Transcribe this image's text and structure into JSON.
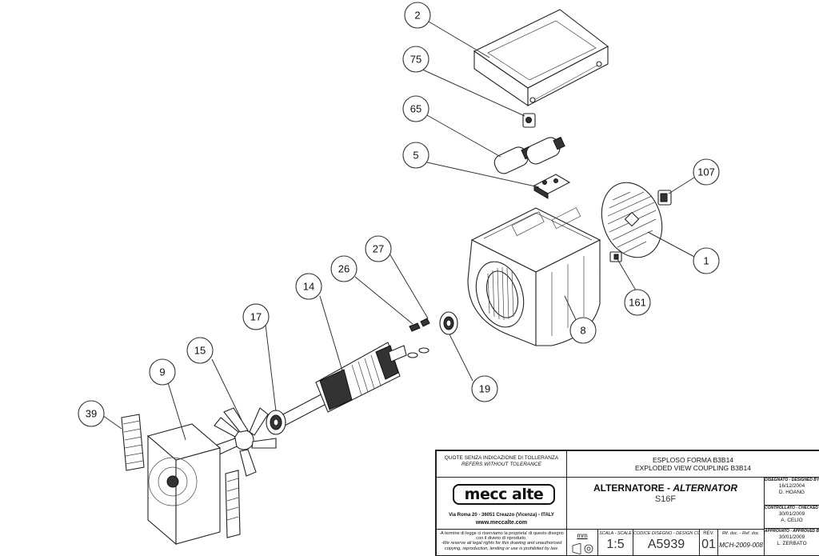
{
  "callouts": [
    {
      "id": "c2",
      "label": "2"
    },
    {
      "id": "c75",
      "label": "75"
    },
    {
      "id": "c65",
      "label": "65"
    },
    {
      "id": "c5",
      "label": "5"
    },
    {
      "id": "c107",
      "label": "107"
    },
    {
      "id": "c1",
      "label": "1"
    },
    {
      "id": "c161",
      "label": "161"
    },
    {
      "id": "c8",
      "label": "8"
    },
    {
      "id": "c27",
      "label": "27"
    },
    {
      "id": "c26",
      "label": "26"
    },
    {
      "id": "c14",
      "label": "14"
    },
    {
      "id": "c17",
      "label": "17"
    },
    {
      "id": "c19",
      "label": "19"
    },
    {
      "id": "c15",
      "label": "15"
    },
    {
      "id": "c9",
      "label": "9"
    },
    {
      "id": "c39",
      "label": "39"
    }
  ],
  "title_block": {
    "tolerance_it": "QUOTE SENZA INDICAZIONE DI TOLLERANZA",
    "tolerance_en": "REFERS WITHOUT TOLERANCE",
    "title_it": "ESPLOSO FORMA B3B14",
    "title_en": "EXPLODED VIEW COUPLING B3B14",
    "logo": "mecc alte",
    "address": "Via Roma 20 - 36051 Creazzo (Vicenza) - ITALY",
    "website": "www.meccalte.com",
    "product_it": "ALTERNATORE",
    "product_sep": " - ",
    "product_en": "ALTERNATOR",
    "model": "S16F",
    "designed_label": "DISEGNATO - DESIGNED BY",
    "designed_date": "16/12/2004",
    "designed_name": "D. HOANG",
    "checked_label": "CONTROLLATO - CHECKED BY",
    "checked_date": "30/01/2009",
    "checked_name": "A. CELIO",
    "approved_label": "APPROVATO - APPROVED BY",
    "approved_date": "30/01/2009",
    "approved_name": "L. ZERBATO",
    "legal_it": "-A termine di legge ci riserviamo la proprieta' di questo disegno con il divieto di riprodurlo.",
    "legal_en": "-We reserve all legal rights for this drawing and unauthorised copying, reproduction, lending or use is prohibited by law.",
    "unit": "mm",
    "scale_label": "SCALA - SCALE",
    "scale": "1:5",
    "code_label": "CODICE DISEGNO - DESIGN CODE",
    "code": "A5939",
    "rev_label": "REV.",
    "rev": "01",
    "ref_label": "Rif. doc. - Ref. doc.",
    "ref": "MCH-2009-008"
  }
}
